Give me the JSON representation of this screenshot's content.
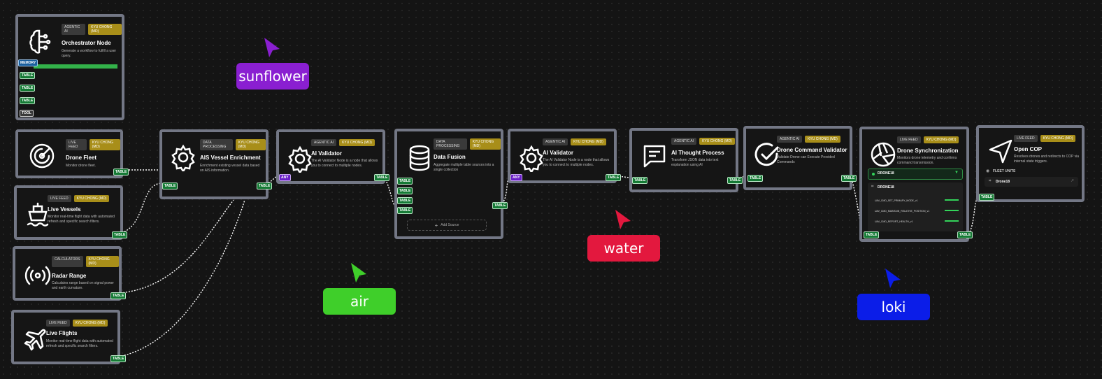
{
  "nodes": {
    "orchestrator": {
      "badges": [
        "AGENTIC AI",
        "KYU CHONG (MD)"
      ],
      "title": "Orchestrator Node",
      "desc": "Generate a workflow to fulfill a user query.",
      "ports": [
        "MEMORY",
        "TABLE",
        "TABLE",
        "TABLE",
        "TOOL"
      ]
    },
    "drone_fleet": {
      "badges": [
        "LIVE FEED",
        "KYU CHONG (MD)"
      ],
      "title": "Drone Fleet",
      "desc": "Monitor drone fleet.",
      "port": "TABLE"
    },
    "live_vessels": {
      "badges": [
        "LIVE FEED",
        "KYU CHONG (MD)"
      ],
      "title": "Live Vessels",
      "desc": "Monitor real-time flight data with automated refresh and specific search filters.",
      "port": "TABLE"
    },
    "radar_range": {
      "badges": [
        "CALCULATORS",
        "KYU CHONG (MD)"
      ],
      "title": "Radar Range",
      "desc": "Calculates range based on signal power and earth curvature.",
      "port": "TABLE"
    },
    "live_flights": {
      "badges": [
        "LIVE FEED",
        "KYU CHONG (MD)"
      ],
      "title": "Live Flights",
      "desc": "Monitor real-time flight data with automated refresh and specific search filters.",
      "port": "TABLE"
    },
    "ais": {
      "badges": [
        "DATA PROCESSING",
        "KYU CHONG (MD)"
      ],
      "title": "AIS Vessel Enrichment",
      "desc": "Enrichment existing vessel data based on AIS information.",
      "in_port": "TABLE",
      "out_port": "TABLE"
    },
    "validator1": {
      "badges": [
        "AGENTIC AI",
        "KYU CHONG (MD)"
      ],
      "title": "AI Validator",
      "desc": "The AI Validator Node is a node that allows you to connect to multiple nodes.",
      "in_port": "ANY",
      "out_port": "TABLE"
    },
    "fusion": {
      "badges": [
        "DATA PROCESSING",
        "KYU CHONG (MD)"
      ],
      "title": "Data Fusion",
      "desc": "Aggregate multiple table sources into a single collection",
      "in_ports": [
        "TABLE",
        "TABLE",
        "TABLE",
        "TABLE"
      ],
      "out_port": "TABLE",
      "add_source": "Add Source"
    },
    "validator2": {
      "badges": [
        "AGENTIC AI",
        "KYU CHONG (MD)"
      ],
      "title": "AI Validator",
      "desc": "The AI Validator Node is a node that allows you to connect to multiple nodes.",
      "in_port": "ANY",
      "out_port": "TABLE"
    },
    "thought": {
      "badges": [
        "AGENTIC AI",
        "KYU CHONG (MD)"
      ],
      "title": "AI Thought Process",
      "desc": "Transform JSON data into text explanation using AI",
      "in_port": "TABLE",
      "out_port": "TABLE"
    },
    "cmd_validator": {
      "badges": [
        "AGENTIC AI",
        "KYU CHONG (MD)"
      ],
      "title": "Drone Command Validator",
      "desc": "Validate Drone can Execute Provided Commands",
      "in_port": "TABLE",
      "out_port": "TABLE"
    },
    "sync": {
      "badges": [
        "LIVE FEED",
        "KYU CHONG (MD)"
      ],
      "title": "Drone Synchronization",
      "desc": "Monitors drone telemetry and confirms command transmission.",
      "drone_a": "DRONE18",
      "drone_b": "DRONE18",
      "commands": [
        "UAV_CMD_SET_PRIMARY_MODE_v1",
        "UAV_CMD_MAINTAIN_RELATIVE_POSITION_v1",
        "UAV_CMD_REPORT_HEALTH_v1"
      ],
      "in_port": "TABLE",
      "out_port": "TABLE"
    },
    "cop": {
      "badges": [
        "LIVE FEED",
        "KYU CHONG (MD)"
      ],
      "title": "Open COP",
      "desc": "Resolves drones and redirects to COP via internal state triggers.",
      "section": "FLEET UNITS",
      "unit": "Drone18",
      "in_port": "TABLE"
    }
  },
  "cursors": [
    {
      "name": "sunflower",
      "color": "#8a1fd1"
    },
    {
      "name": "air",
      "color": "#3fcf2a"
    },
    {
      "name": "water",
      "color": "#e3183e"
    },
    {
      "name": "loki",
      "color": "#0b1de8"
    }
  ],
  "colors": {
    "node_border": "#737785",
    "port_table": "#157a35",
    "port_any": "#6a1fc8",
    "badge_owner": "#a88e19",
    "wire": "#ffffff"
  }
}
